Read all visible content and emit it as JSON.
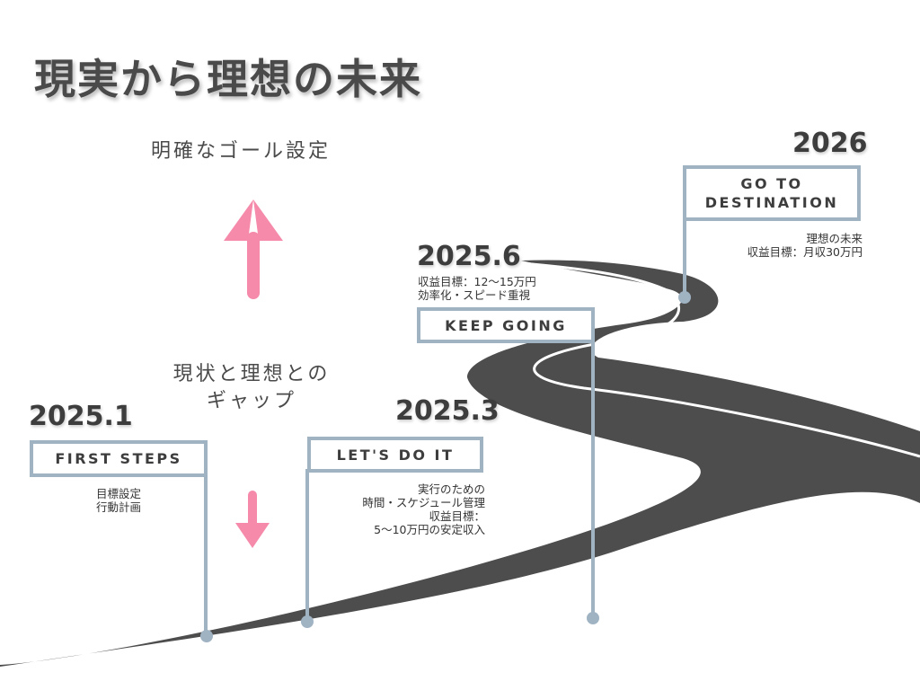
{
  "title": "現実から理想の未来",
  "goal_label": "明確なゴール設定",
  "gap_label": [
    "現状と理想との",
    "ギャップ"
  ],
  "colors": {
    "road": "#4d4d4d",
    "road_line": "#ffffff",
    "pole": "#a0b3c3",
    "arrow": "#f58aab",
    "text": "#3d3d3d"
  },
  "milestones": [
    {
      "year": "2025.1",
      "label": [
        "FIRST STEPS"
      ],
      "notes": [
        "目標設定",
        "行動計画"
      ]
    },
    {
      "year": "2025.3",
      "label": [
        "LET'S DO IT"
      ],
      "notes": [
        "実行のための",
        "時間・スケジュール管理",
        "収益目標：",
        "5〜10万円の安定収入"
      ]
    },
    {
      "year": "2025.6",
      "label": [
        "KEEP GOING"
      ],
      "notes": [
        "収益目標：12〜15万円",
        "効率化・スピード重視"
      ]
    },
    {
      "year": "2026",
      "label": [
        "GO TO",
        "DESTINATION"
      ],
      "notes": [
        "理想の未来",
        "収益目標：月収30万円"
      ]
    }
  ]
}
